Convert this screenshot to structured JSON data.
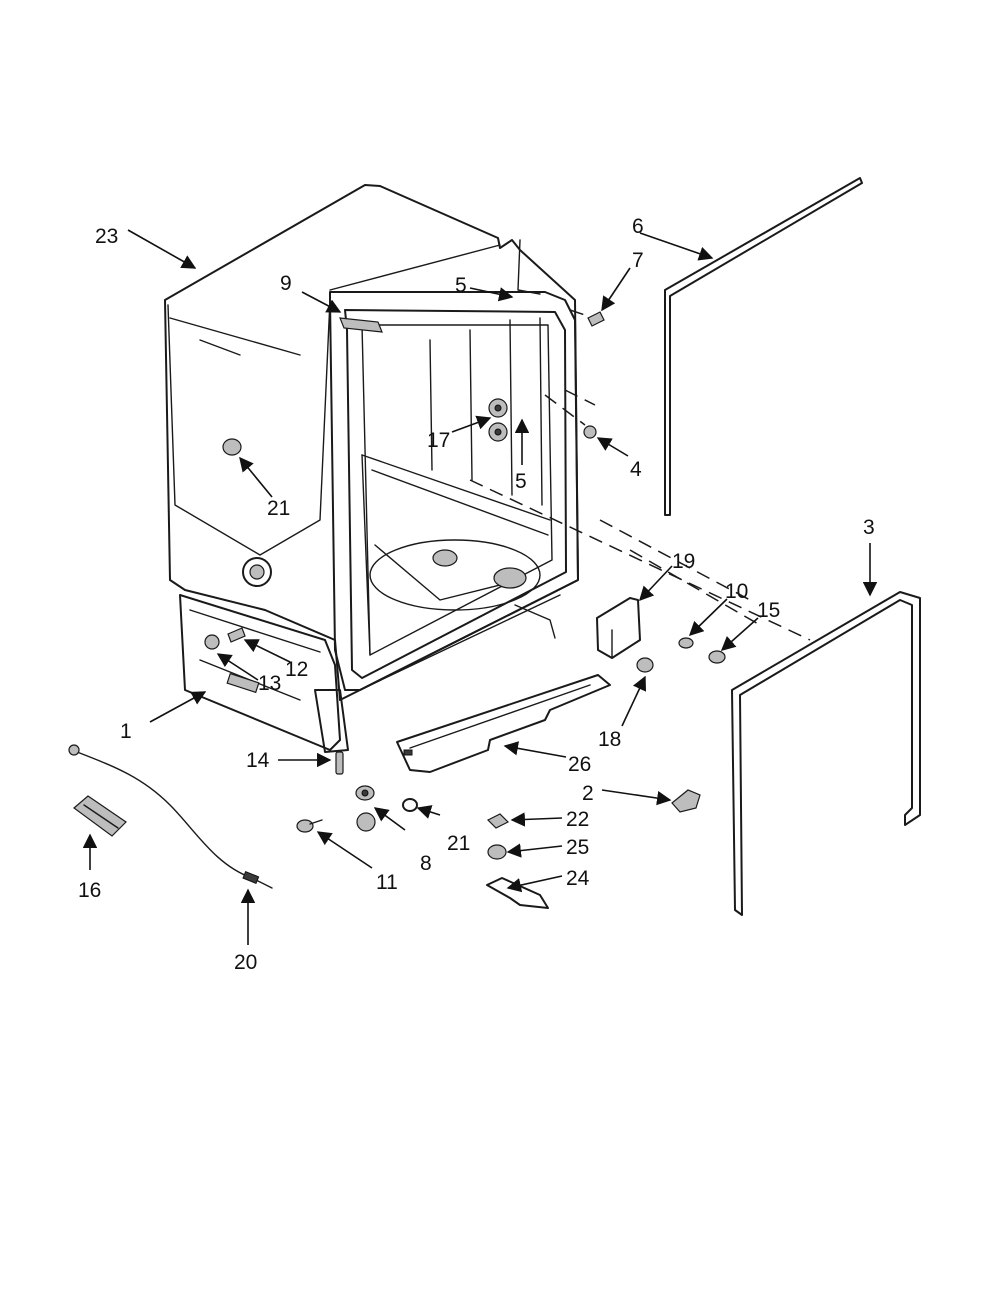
{
  "diagram": {
    "callouts": {
      "c1": "1",
      "c2": "2",
      "c3": "3",
      "c4": "4",
      "c5a": "5",
      "c5b": "5",
      "c6": "6",
      "c7": "7",
      "c8": "8",
      "c9": "9",
      "c10": "10",
      "c11": "11",
      "c12": "12",
      "c13": "13",
      "c14": "14",
      "c15": "15",
      "c16": "16",
      "c17": "17",
      "c18": "18",
      "c19": "19",
      "c20": "20",
      "c21a": "21",
      "c21b": "21",
      "c22": "22",
      "c23": "23",
      "c24": "24",
      "c25": "25",
      "c26": "26"
    }
  },
  "colors": {
    "line": "#1a1a1a",
    "shade": "#bdbdbd",
    "background": "#ffffff"
  }
}
